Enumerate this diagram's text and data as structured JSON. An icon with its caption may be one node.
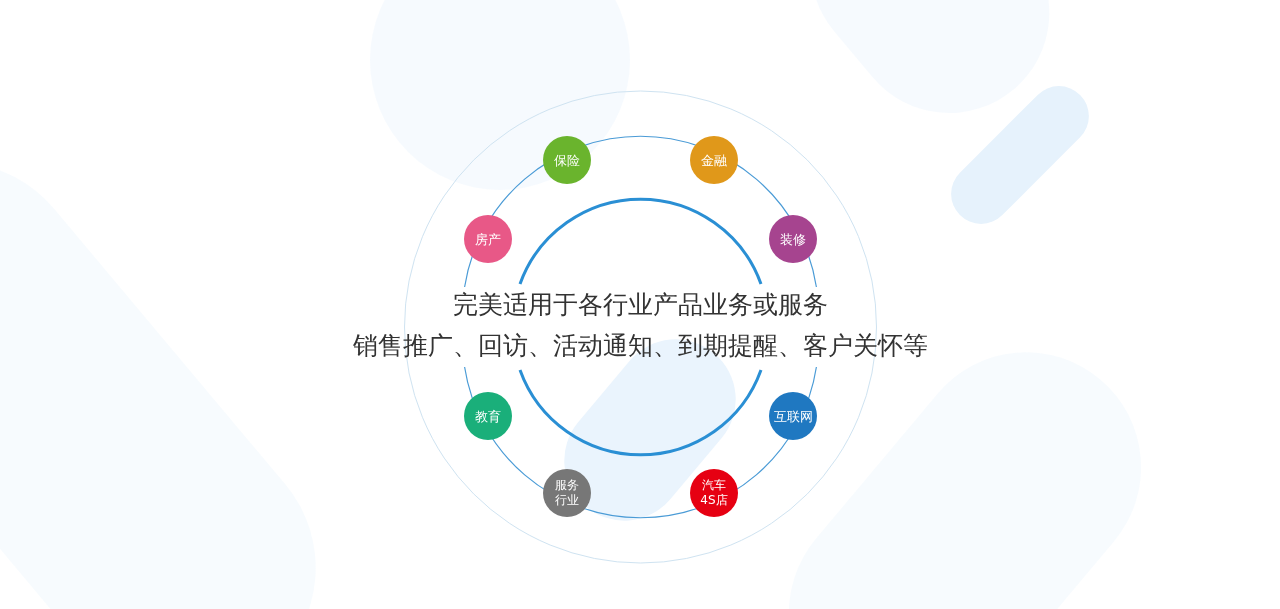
{
  "diagram": {
    "nodes": [
      {
        "text": [
          "保险"
        ]
      },
      {
        "text": [
          "金融"
        ]
      },
      {
        "text": [
          "房产"
        ]
      },
      {
        "text": [
          "装修"
        ]
      },
      {
        "text": [
          "教育"
        ]
      },
      {
        "text": [
          "互联网"
        ]
      },
      {
        "text": [
          "服务行业"
        ]
      },
      {
        "text": [
          "汽车4S店"
        ]
      }
    ],
    "labels": [
      "完美适用于各行业产品业务或服务",
      "销售推广、回访、活动通知、到期提醒、客户关怀等"
    ]
  }
}
